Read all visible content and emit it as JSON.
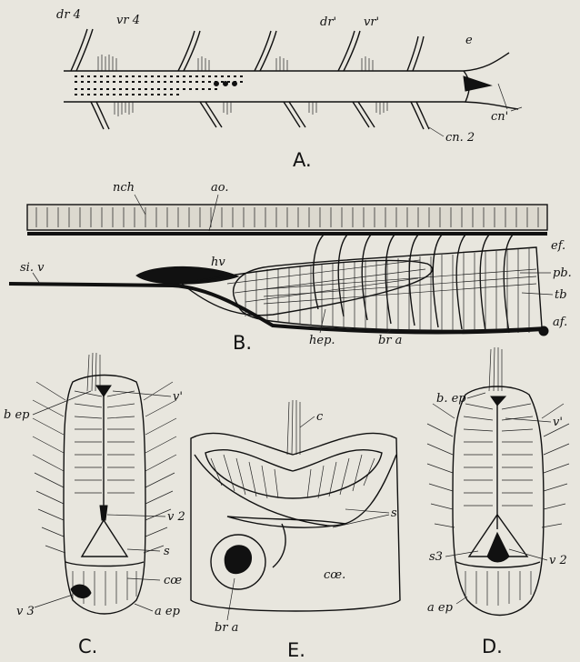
{
  "figures": {
    "A": {
      "caption": "A.",
      "labels": {
        "dr4": "dr 4",
        "vr4": "vr 4",
        "dr1": "dr'",
        "vr1": "vr'",
        "e": "e",
        "cn1": "cn'",
        "cn2": "cn. 2"
      }
    },
    "B": {
      "caption": "B.",
      "labels": {
        "nch": "nch",
        "ao": "ao.",
        "ef": "ef.",
        "pb": "pb.",
        "tb": "tb",
        "af": "af.",
        "siv": "si. v",
        "hv": "hv",
        "hep": "hep.",
        "bra": "br a"
      }
    },
    "C": {
      "caption": "C.",
      "labels": {
        "bep": "b ep",
        "v1": "v'",
        "v2": "v 2",
        "s": "s",
        "coe": "cœ",
        "v3": "v 3",
        "aep": "a ep"
      }
    },
    "E": {
      "caption": "E.",
      "labels": {
        "c": "c",
        "s": "s",
        "coe": "cœ.",
        "bra": "br a"
      }
    },
    "D": {
      "caption": "D.",
      "labels": {
        "bep": "b. ep",
        "v1": "v'",
        "s3": "s3",
        "v2": "v 2",
        "aep": "a ep"
      }
    }
  }
}
